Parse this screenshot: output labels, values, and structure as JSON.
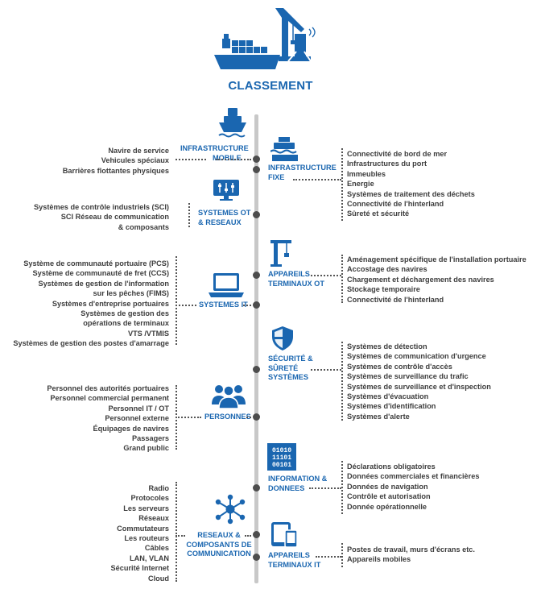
{
  "title": "CLASSEMENT",
  "colors": {
    "accent": "#1a66b0",
    "spine": "#c8c8c8",
    "text": "#3d3d3d"
  },
  "left": [
    {
      "id": "infra-mobile",
      "icon": "ship-icon",
      "label": [
        "INFRASTRUCTURE",
        "MOBILE"
      ],
      "items": [
        "Navire de service",
        "Vehicules spéciaux",
        "Barrières flottantes physiques"
      ]
    },
    {
      "id": "ot-networks",
      "icon": "control-panel-icon",
      "label": [
        "SYSTEMES OT",
        "& RESEAUX"
      ],
      "items": [
        "Systèmes de contrôle industriels (SCI)",
        "SCI Réseau de communication",
        "& composants"
      ]
    },
    {
      "id": "it-systems",
      "icon": "laptop-icon",
      "label": [
        "SYSTEMES IT"
      ],
      "items": [
        "Système de communauté portuaire (PCS)",
        "Système de communauté de fret (CCS)",
        "Systèmes de gestion de l'information",
        "sur les pêches (FIMS)",
        "Systèmes d'entreprise portuaires",
        "Systèmes de gestion des",
        "opérations de terminaux",
        "VTS /VTMIS",
        "Systèmes de gestion des postes d'amarrage"
      ]
    },
    {
      "id": "people",
      "icon": "people-icon",
      "label": [
        "PERSONNES"
      ],
      "items": [
        "Personnel des autorités portuaires",
        "Personnel commercial permanent",
        "Personnel IT / OT",
        "Personnel externe",
        "Équipages de navires",
        "Passagers",
        "Grand public"
      ]
    },
    {
      "id": "networks",
      "icon": "network-icon",
      "label": [
        "RESEAUX &",
        "COMPOSANTS DE",
        "COMMUNICATION"
      ],
      "items": [
        "Radio",
        "Protocoles",
        "Les serveurs",
        "Réseaux",
        "Commutateurs",
        "Les routeurs",
        "Câbles",
        "LAN, VLAN",
        "Sécurité Internet",
        "Cloud"
      ]
    }
  ],
  "right": [
    {
      "id": "infra-fixe",
      "icon": "dock-icon",
      "label": [
        "INFRASTRUCTURE",
        "FIXE"
      ],
      "items": [
        "Connectivité de bord de mer",
        "Infrastructures du port",
        "Immeubles",
        "Energie",
        "Systèmes de traitement des déchets",
        "Connectivité de l'hinterland",
        "Sûreté et sécurité"
      ]
    },
    {
      "id": "terminal-ot",
      "icon": "crane-icon",
      "label": [
        "APPAREILS",
        "TERMINAUX OT"
      ],
      "items": [
        "Aménagement spécifique de l'installation portuaire",
        "Accostage des navires",
        "Chargement et déchargement des navires",
        "Stockage temporaire",
        "Connectivité de l'hinterland"
      ]
    },
    {
      "id": "security",
      "icon": "shield-icon",
      "label": [
        "SÉCURITÉ &",
        "SÛRETÉ",
        "SYSTÈMES"
      ],
      "items": [
        "Systèmes de détection",
        "Systèmes de communication d'urgence",
        "Systèmes de contrôle d'accès",
        "Systèmes de surveillance du trafic",
        "Systèmes de surveillance et d'inspection",
        "Systèmes d'évacuation",
        "Systèmes d'identification",
        "Systèmes d'alerte"
      ]
    },
    {
      "id": "information",
      "icon": "binary-data-icon",
      "label": [
        "INFORMATION &",
        "DONNEES"
      ],
      "items": [
        "Déclarations obligatoires",
        "Données commerciales et financières",
        "Données de navigation",
        "Contrôle et autorisation",
        "Donnée opérationnelle"
      ]
    },
    {
      "id": "terminal-it",
      "icon": "tablet-phone-icon",
      "label": [
        "APPAREILS",
        "TERMINAUX IT"
      ],
      "items": [
        "Postes de travail, murs d'écrans etc.",
        "Appareils mobiles"
      ]
    }
  ]
}
